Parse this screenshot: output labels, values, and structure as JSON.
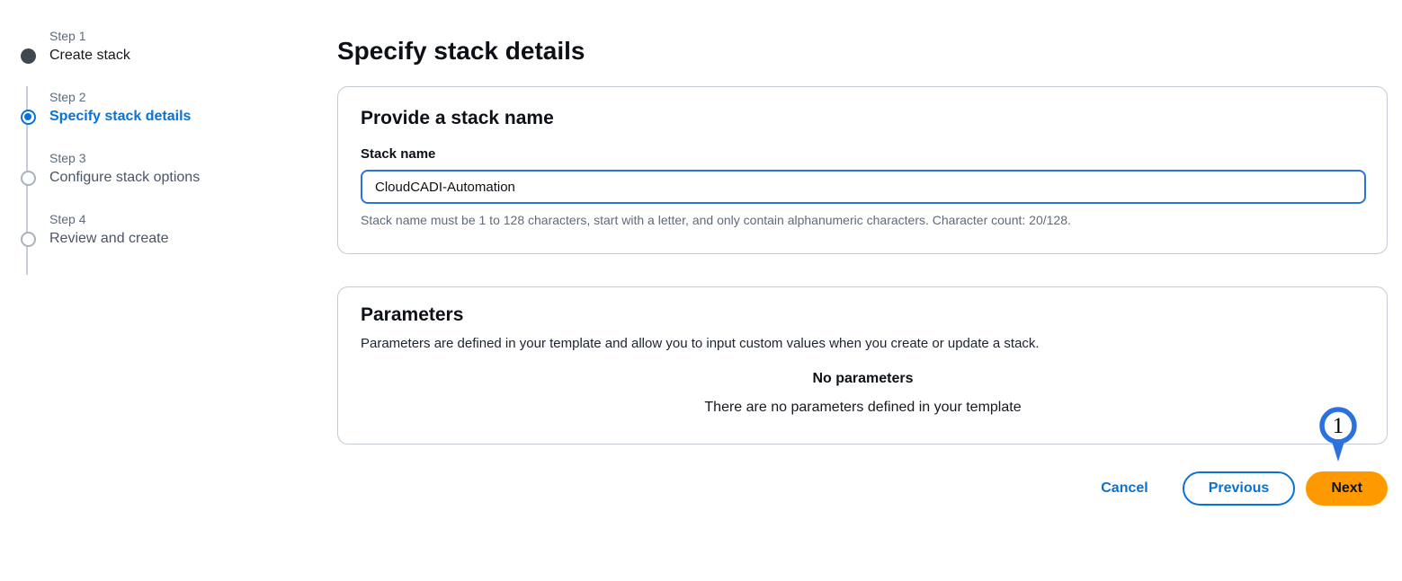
{
  "page": {
    "title": "Specify stack details"
  },
  "steps": {
    "items": [
      {
        "step": "Step 1",
        "label": "Create stack",
        "state": "completed"
      },
      {
        "step": "Step 2",
        "label": "Specify stack details",
        "state": "current"
      },
      {
        "step": "Step 3",
        "label": "Configure stack options",
        "state": "upcoming"
      },
      {
        "step": "Step 4",
        "label": "Review and create",
        "state": "upcoming"
      }
    ]
  },
  "stack_name_section": {
    "heading": "Provide a stack name",
    "label": "Stack name",
    "input_value": "CloudCADI-Automation",
    "helper_text": "Stack name must be 1 to 128 characters, start with a letter, and only contain alphanumeric characters. Character count: 20/128."
  },
  "parameters_section": {
    "heading": "Parameters",
    "description": "Parameters are defined in your template and allow you to input custom values when you create or update a stack.",
    "empty_title": "No parameters",
    "empty_message": "There are no parameters defined in your template"
  },
  "actions": {
    "cancel_label": "Cancel",
    "previous_label": "Previous",
    "next_label": "Next"
  },
  "annotation": {
    "label": "1"
  },
  "colors": {
    "accent_blue": "#0972d3",
    "focus_blue": "#2b71e0",
    "next_orange": "#ff9900",
    "completed_step": "#414750",
    "helper_gray": "#5f6b7a"
  }
}
